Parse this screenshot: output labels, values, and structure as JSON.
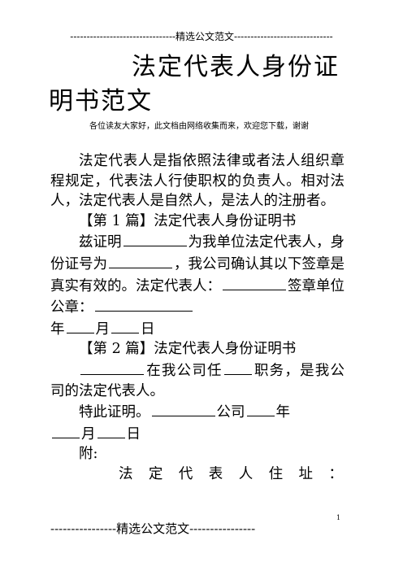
{
  "header": {
    "text": "--------------------------------精选公文范文------------------------------"
  },
  "title": {
    "line1": "法定代表人身份证",
    "line2": "明书范文"
  },
  "subtitle": "各位读友大家好，此文档由网络收集而来，欢迎您下载，谢谢",
  "intro": "法定代表人是指依照法律或者法人组织章程规定，代表法人行使职权的负责人。相对法人，法定代表人是自然人，是法人的注册者。",
  "section1": {
    "heading": "【第 1 篇】法定代表人身份证明书",
    "p1_a": "兹证明",
    "p1_b": "为我单位法定代表人，身份证号为",
    "p1_c": "，我公司确认其以下签章是真实有效的。法定代表人：",
    "p1_d": "签章单位公章：",
    "year": "年",
    "month": "月",
    "day": "日"
  },
  "section2": {
    "heading": "【第 2 篇】法定代表人身份证明书",
    "p1_a": "在我公司任",
    "p1_b": "职务，是我公司的法定代表人。",
    "p2_a": "特此证明。",
    "p2_b": "公司",
    "year": "年",
    "month": "月",
    "day": "日",
    "attach": "附:",
    "address_chars": [
      "法",
      "定",
      "代",
      "表",
      "人",
      "住",
      "址",
      "："
    ]
  },
  "footer": {
    "text": "----------------精选公文范文----------------"
  },
  "page_number": "1"
}
